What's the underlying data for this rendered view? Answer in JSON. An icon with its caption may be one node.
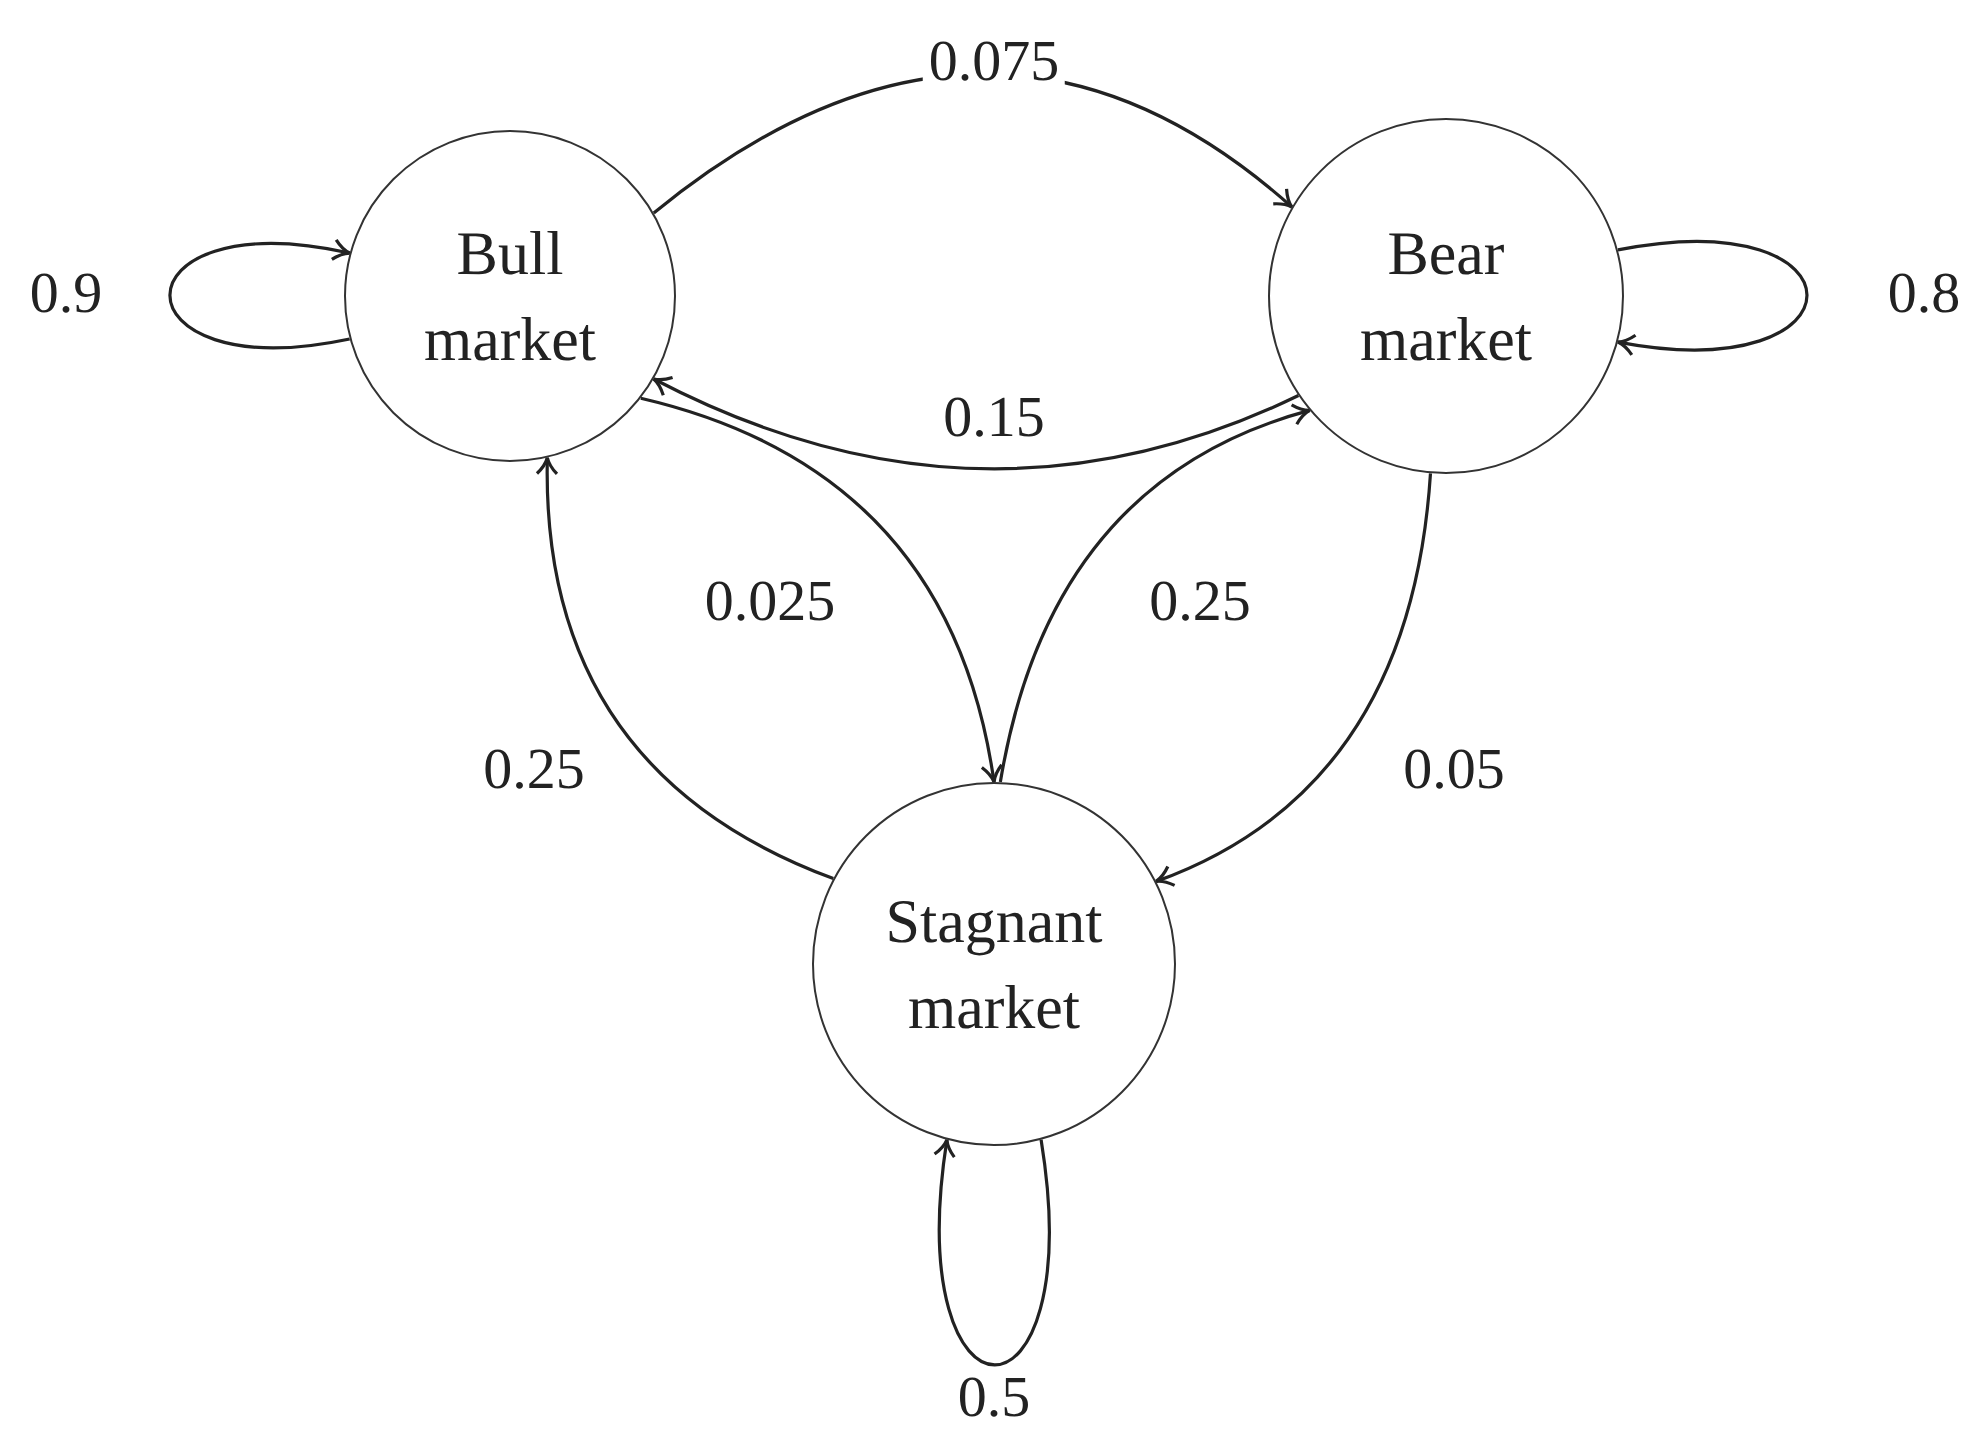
{
  "diagram": {
    "nodes": [
      {
        "text": [
          "Bull market"
        ]
      },
      {
        "text": [
          "Bear market"
        ]
      },
      {
        "text": [
          "Stagnant market"
        ]
      }
    ],
    "edges": [
      {
        "from": 0,
        "to": 0,
        "label": "0.9",
        "arrow": "to"
      },
      {
        "from": 0,
        "to": 1,
        "label": "0.075",
        "arrow": "to"
      },
      {
        "from": 1,
        "to": 0,
        "label": "0.15",
        "arrow": "to"
      },
      {
        "from": 1,
        "to": 1,
        "label": "0.8",
        "arrow": "to"
      },
      {
        "from": 0,
        "to": 2,
        "label": "0.025",
        "arrow": "to"
      },
      {
        "from": 2,
        "to": 1,
        "label": "0.25",
        "arrow": "to"
      },
      {
        "from": 2,
        "to": 0,
        "label": "0.25",
        "arrow": "to"
      },
      {
        "from": 1,
        "to": 2,
        "label": "0.05",
        "arrow": "to"
      },
      {
        "from": 2,
        "to": 2,
        "label": "0.5",
        "arrow": "to"
      }
    ]
  }
}
